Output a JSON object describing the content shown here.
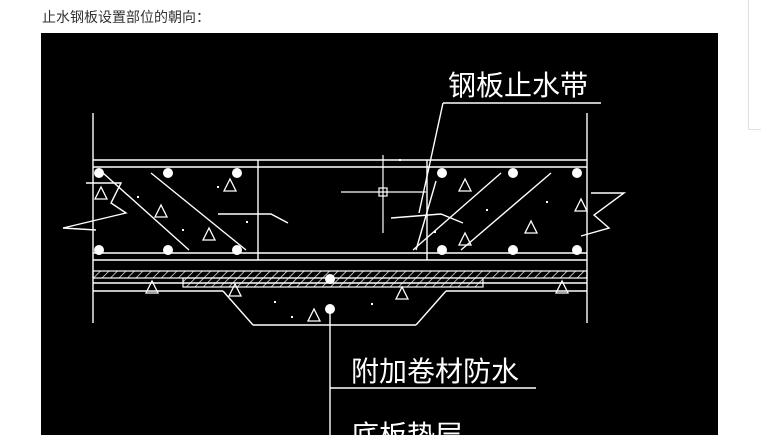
{
  "caption": "止水钢板设置部位的朝向：",
  "figure": {
    "labels": {
      "steel_waterstop": "钢板止水带",
      "additional_membrane": "附加卷材防水",
      "base_cushion": "底板垫层"
    },
    "colors": {
      "background": "#000000",
      "line": "#ffffff"
    }
  }
}
